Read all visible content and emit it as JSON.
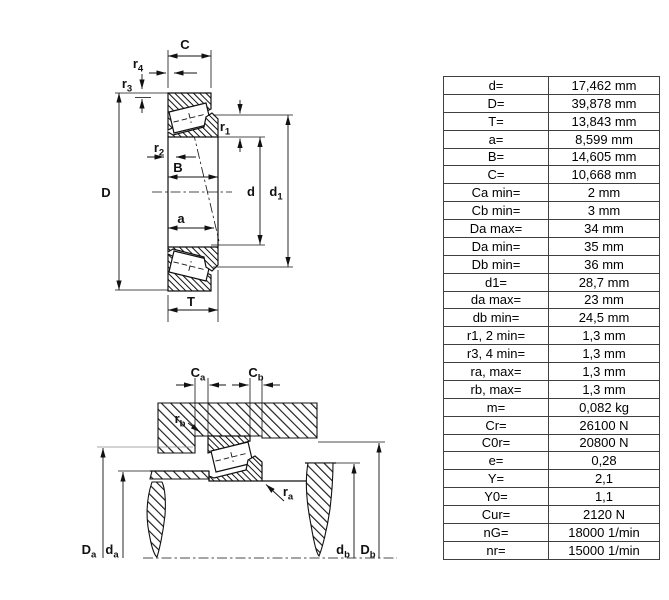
{
  "colors": {
    "line": "#111111",
    "table_border": "#3f3f3f",
    "background": "#ffffff"
  },
  "table": {
    "rows": [
      {
        "param": "d=",
        "value": "17,462 mm"
      },
      {
        "param": "D=",
        "value": "39,878 mm"
      },
      {
        "param": "T=",
        "value": "13,843 mm"
      },
      {
        "param": "a=",
        "value": "8,599 mm"
      },
      {
        "param": "B=",
        "value": "14,605 mm"
      },
      {
        "param": "C=",
        "value": "10,668 mm"
      },
      {
        "param": "Ca min=",
        "value": "2 mm"
      },
      {
        "param": "Cb min=",
        "value": "3 mm"
      },
      {
        "param": "Da max=",
        "value": "34 mm"
      },
      {
        "param": "Da min=",
        "value": "35 mm"
      },
      {
        "param": "Db min=",
        "value": "36 mm"
      },
      {
        "param": "d1=",
        "value": "28,7 mm"
      },
      {
        "param": "da max=",
        "value": "23 mm"
      },
      {
        "param": "db min=",
        "value": "24,5 mm"
      },
      {
        "param": "r1, 2 min=",
        "value": "1,3 mm"
      },
      {
        "param": "r3, 4 min=",
        "value": "1,3 mm"
      },
      {
        "param": "ra, max=",
        "value": "1,3 mm"
      },
      {
        "param": "rb, max=",
        "value": "1,3 mm"
      },
      {
        "param": "m=",
        "value": "0,082 kg"
      },
      {
        "param": "Cr=",
        "value": "26100 N"
      },
      {
        "param": "C0r=",
        "value": "20800 N"
      },
      {
        "param": "e=",
        "value": "0,28"
      },
      {
        "param": "Y=",
        "value": "2,1"
      },
      {
        "param": "Y0=",
        "value": "1,1"
      },
      {
        "param": "Cur=",
        "value": "2120 N"
      },
      {
        "param": "nG=",
        "value": "18000 1/min"
      },
      {
        "param": "nr=",
        "value": "15000 1/min"
      }
    ]
  },
  "top_drawing": {
    "labels": {
      "C": {
        "main": "C",
        "sub": ""
      },
      "r4": {
        "main": "r",
        "sub": "4"
      },
      "r3": {
        "main": "r",
        "sub": "3"
      },
      "D": {
        "main": "D",
        "sub": ""
      },
      "B": {
        "main": "B",
        "sub": ""
      },
      "r2": {
        "main": "r",
        "sub": "2"
      },
      "a": {
        "main": "a",
        "sub": ""
      },
      "r1": {
        "main": "r",
        "sub": "1"
      },
      "d": {
        "main": "d",
        "sub": ""
      },
      "d1": {
        "main": "d",
        "sub": "1"
      },
      "T": {
        "main": "T",
        "sub": ""
      }
    }
  },
  "bottom_drawing": {
    "labels": {
      "Ca": {
        "main": "C",
        "sub": "a"
      },
      "Cb": {
        "main": "C",
        "sub": "b"
      },
      "rb": {
        "main": "r",
        "sub": "b"
      },
      "ra": {
        "main": "r",
        "sub": "a"
      },
      "Da": {
        "main": "D",
        "sub": "a"
      },
      "da": {
        "main": "d",
        "sub": "a"
      },
      "db": {
        "main": "d",
        "sub": "b"
      },
      "Db": {
        "main": "D",
        "sub": "b"
      }
    }
  }
}
